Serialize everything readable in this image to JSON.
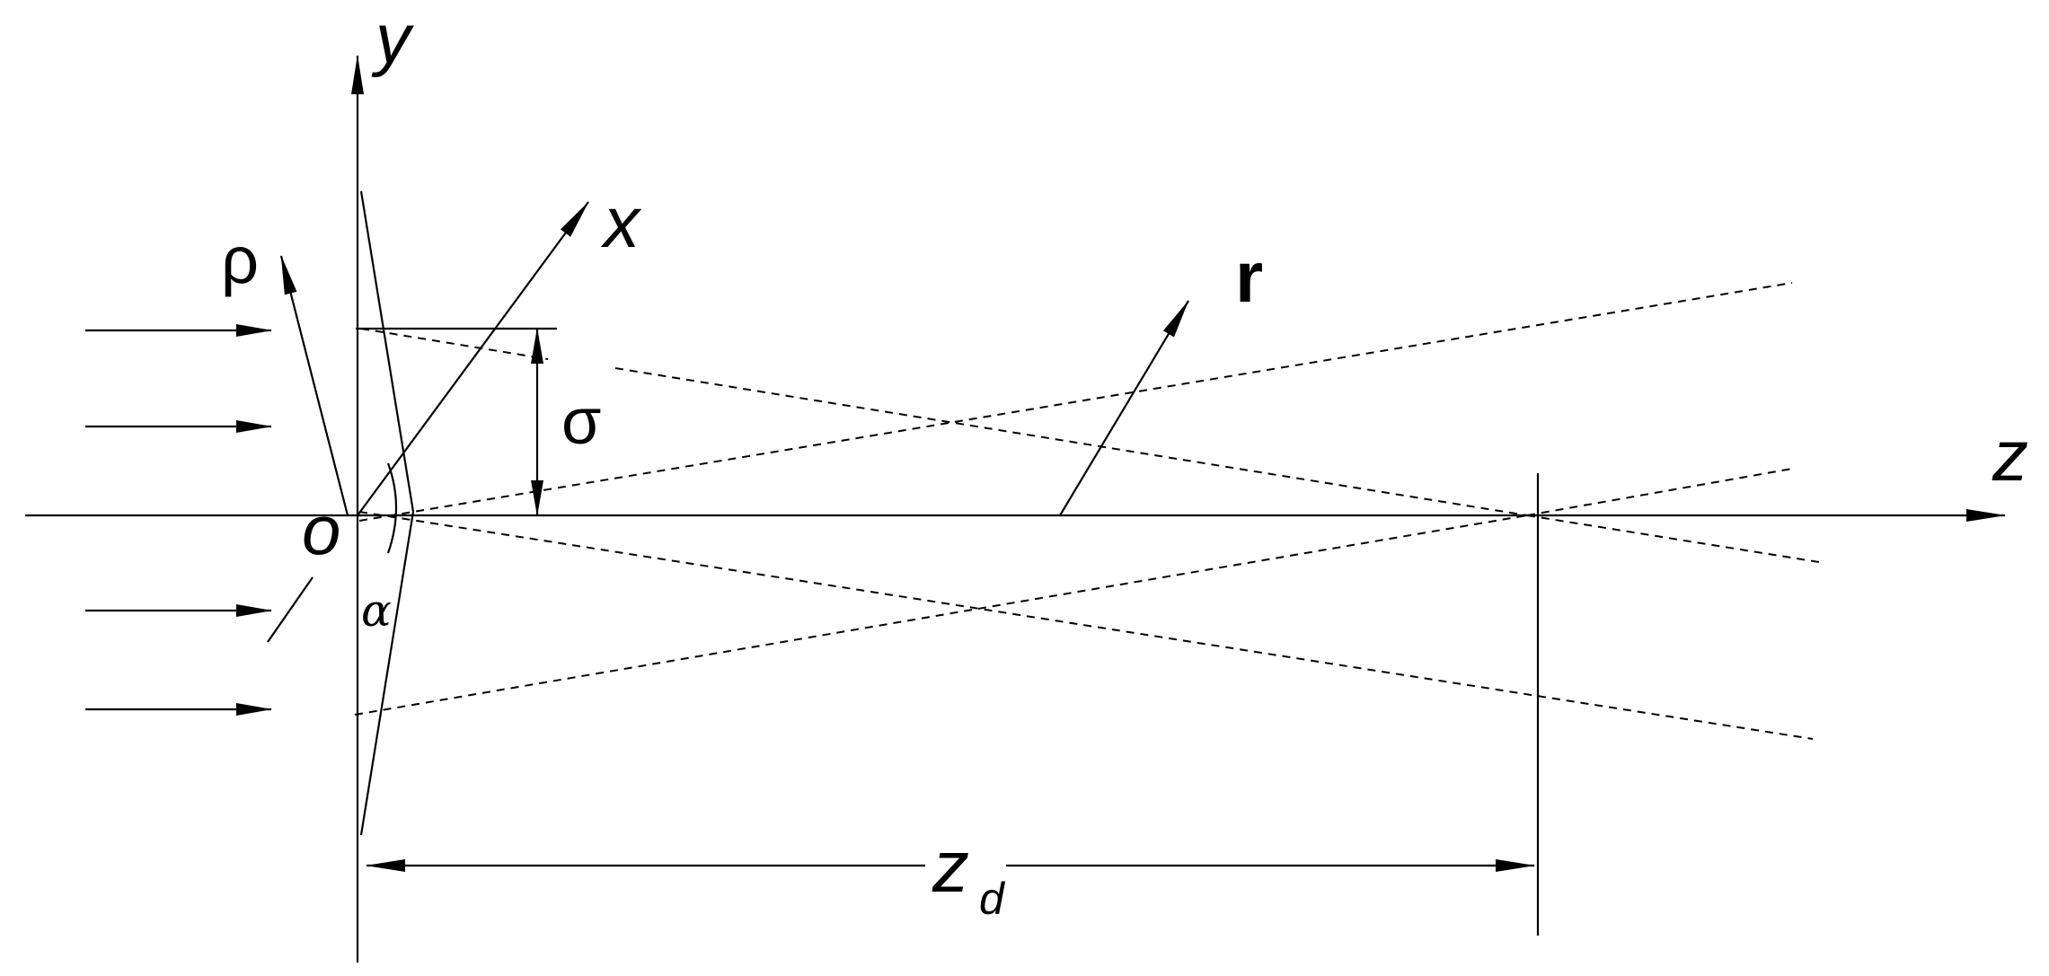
{
  "labels": {
    "y_axis": "y",
    "x_axis": "x",
    "z_axis": "z",
    "origin": "o",
    "rho": "ρ",
    "r": "r",
    "sigma": "σ",
    "alpha": "α",
    "zd_main": "z",
    "zd_sub": "d"
  },
  "colors": {
    "ink": "#000000",
    "background": "#ffffff"
  }
}
